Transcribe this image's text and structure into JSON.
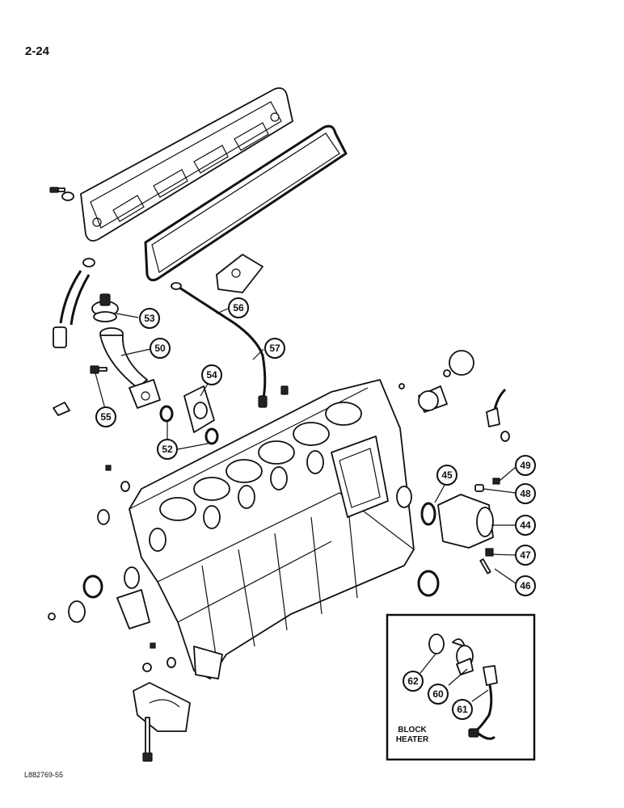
{
  "page_number": "2-24",
  "figure_code": "L882769-55",
  "inset_label_line1": "BLOCK",
  "inset_label_line2": "HEATER",
  "callouts": {
    "c44": "44",
    "c45": "45",
    "c46": "46",
    "c47": "47",
    "c48": "48",
    "c49": "49",
    "c50": "50",
    "c52": "52",
    "c53": "53",
    "c54": "54",
    "c55": "55",
    "c56": "56",
    "c57": "57",
    "c60": "60",
    "c61": "61",
    "c62": "62"
  }
}
